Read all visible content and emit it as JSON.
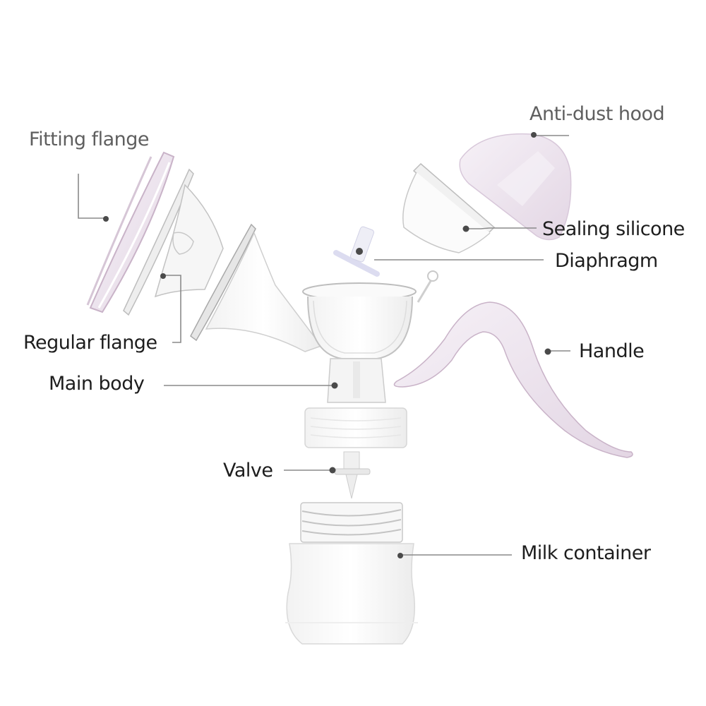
{
  "diagram": {
    "subject": "Manual breast pump exploded view",
    "colors": {
      "background": "#ffffff",
      "label_gray": "#5f5f5f",
      "label_dark": "#1d1d1d",
      "leader_line": "#8a8a8a",
      "dot": "#4a4a4a",
      "silicone_pink": "#ede6ef",
      "silicone_edge": "#c9b3c8",
      "clear_plastic": "#f4f4f4",
      "plastic_edge": "#c8c8c8"
    },
    "labels": {
      "fitting_flange": "Fitting flange",
      "anti_dust_hood": "Anti-dust hood",
      "sealing_silicone": "Sealing silicone",
      "diaphragm": "Diaphragm",
      "regular_flange": "Regular flange",
      "handle": "Handle",
      "main_body": "Main body",
      "valve": "Valve",
      "milk_container": "Milk container"
    }
  }
}
